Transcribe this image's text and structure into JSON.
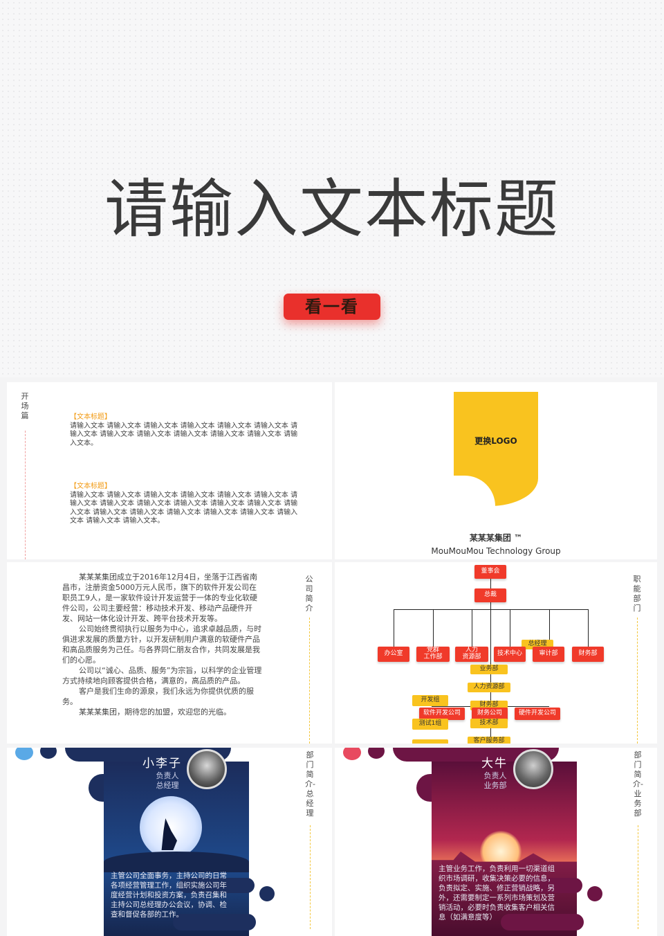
{
  "hero": {
    "title": "请输入文本标题",
    "button_label": "看一看"
  },
  "slide_opening": {
    "side_label": "开场篇",
    "blocks": [
      {
        "title": "【文本标题】",
        "body": "请输入文本 请输入文本 请输入文本 请输入文本 请输入文本 请输入文本 请输入文本 请输入文本 请输入文本 请输入文本 请输入文本 请输入文本 请输入文本。"
      },
      {
        "title": "【文本标题】",
        "body": "请输入文本 请输入文本 请输入文本 请输入文本 请输入文本 请输入文本 请输入文本 请输入文本 请输入文本 请输入文本 请输入文本 请输入文本 请输入文本 请输入文本 请输入文本 请输入文本 请输入文本 请输入文本 请输入文本 请输入文本 请输入文本。"
      }
    ]
  },
  "slide_logo": {
    "logo_text": "更换LOGO",
    "group_name": "某某某集团 ™",
    "group_name_en": "MouMouMou Technology Group"
  },
  "slide_intro": {
    "side_label": "公司简介",
    "paragraphs": [
      "某某某集团成立于2016年12月4日，坐落于江西省南昌市，注册资金5000万元人民币，旗下的软件开发公司在职员工9人，是一家软件设计开发运营于一体的专业化软硬件公司，公司主要经营：移动技术开发、移动产品硬件开发、网站一体化设计开发、跨平台技术开发等。",
      "公司始终贯彻执行以服务为中心，追求卓越品质，与时俱进求发展的质量方针，以开发研制用户满意的软硬件产品和高品质服务为己任。与各界同仁朋友合作，共同发展是我们的心愿。",
      "公司以“诚心、品质、服务”为宗旨，以科学的企业管理方式持续地向顾客提供合格，满意的，高品质的产品。",
      "客户是我们生命的源泉，我们永远为你提供优质的服务。",
      "某某某集团，期待您的加盟，欢迎您的光临。"
    ]
  },
  "slide_org": {
    "side_label": "职能部门",
    "board": "董事会",
    "gm": "总裁",
    "departments": [
      "办公室",
      "党群\n工作部",
      "人力\n资源部",
      "技术中心",
      "审计部",
      "财务部"
    ],
    "sub_yellow": [
      "总经理",
      "业务部",
      "人力资源部",
      "财务部",
      "技术部",
      "客户服务部"
    ],
    "left_yellow": [
      "开发组",
      "测试1组"
    ],
    "companies": [
      "软件开发公司",
      "财务公司",
      "硬件开发公司"
    ]
  },
  "slide_person1": {
    "side_label": "部门简介-总经理",
    "name": "小李子",
    "role1": "负责人",
    "role2": "总经理",
    "desc": "主管公司全面事务，主持公司的日常各项经营管理工作，组织实施公司年度经营计划和投资方案，负责召集和主持公司总经理办公会议，协调、检查和督促各部的工作。",
    "bg_color": "#1d2f5e"
  },
  "slide_person2": {
    "side_label": "部门简介-业务部",
    "name": "大牛",
    "role1": "负责人",
    "role2": "业务部",
    "desc": "主管业务工作，负责利用一切渠道组织市场调研，收集决策必要的信息，负责拟定、实施、修正营销战略，另外，还需要制定一系列市场策划及营销活动，必要时负责收集客户相关信息（如满意度等）",
    "bg_color": "#6d1544"
  }
}
